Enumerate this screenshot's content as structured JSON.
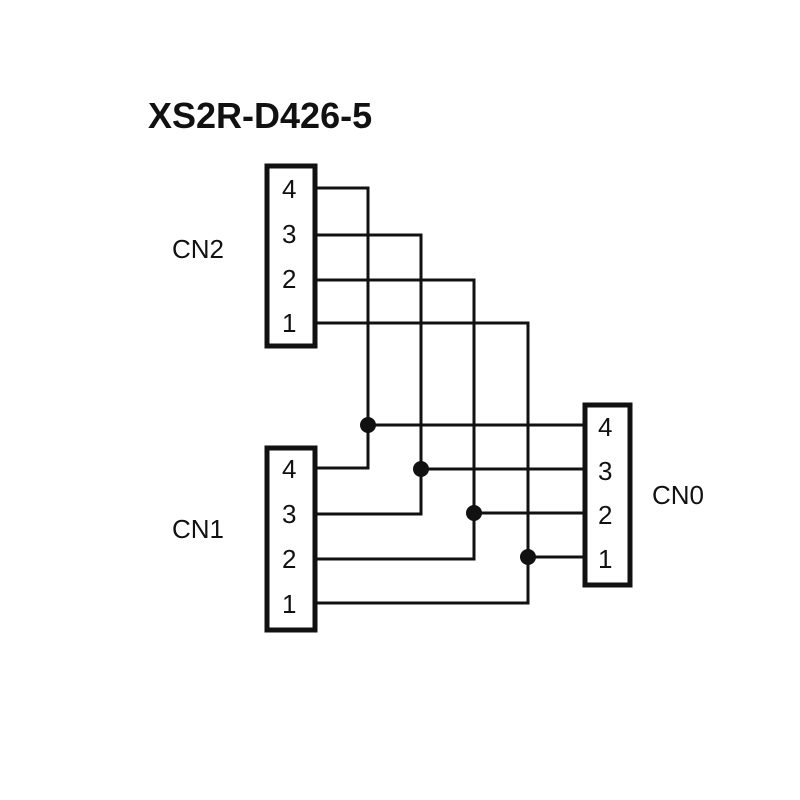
{
  "title": "XS2R-D426-5",
  "connectors": {
    "cn2": {
      "label": "CN2",
      "pins": [
        "4",
        "3",
        "2",
        "1"
      ]
    },
    "cn1": {
      "label": "CN1",
      "pins": [
        "4",
        "3",
        "2",
        "1"
      ]
    },
    "cn0": {
      "label": "CN0",
      "pins": [
        "4",
        "3",
        "2",
        "1"
      ]
    }
  },
  "colors": {
    "line": "#111111",
    "background": "#ffffff"
  }
}
